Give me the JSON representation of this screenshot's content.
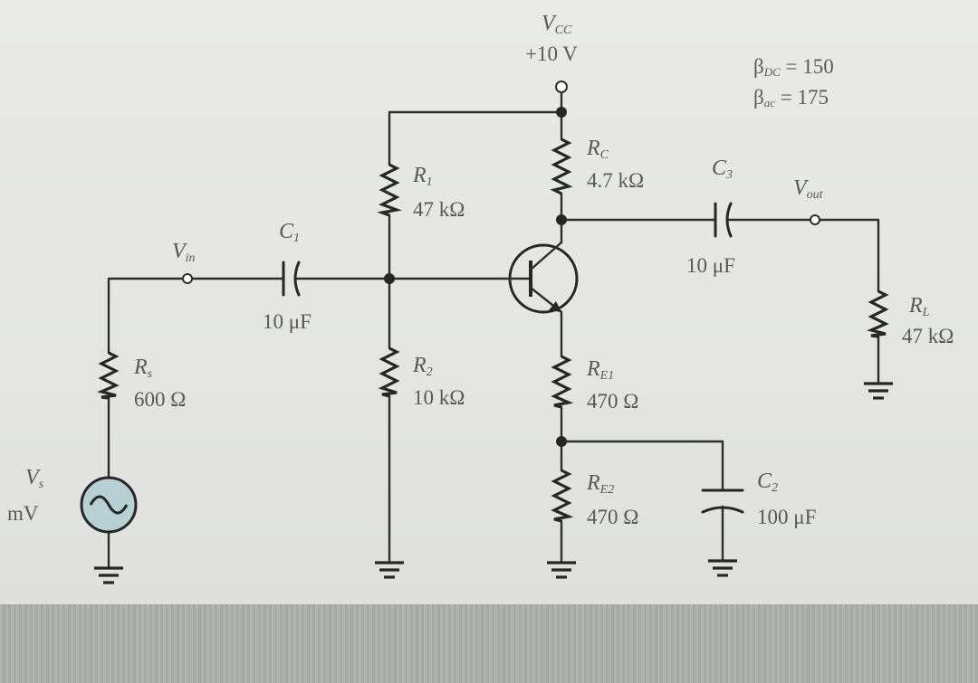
{
  "supply": {
    "symbol": "V",
    "sub": "CC",
    "value": "+10 V"
  },
  "betas": {
    "dc": {
      "symbol": "β",
      "sub": "DC",
      "value": "= 150"
    },
    "ac": {
      "symbol": "β",
      "sub": "ac",
      "value": "= 175"
    }
  },
  "vin": {
    "symbol": "V",
    "sub": "in"
  },
  "vout": {
    "symbol": "V",
    "sub": "out"
  },
  "source": {
    "symbol": "V",
    "sub": "s",
    "unit": "mV"
  },
  "components": {
    "rs": {
      "symbol": "R",
      "sub": "s",
      "value": "600 Ω"
    },
    "c1": {
      "symbol": "C",
      "sub": "1",
      "value": "10 μF"
    },
    "r1": {
      "symbol": "R",
      "sub": "1",
      "value": "47 kΩ"
    },
    "r2": {
      "symbol": "R",
      "sub": "2",
      "value": "10 kΩ"
    },
    "rc": {
      "symbol": "R",
      "sub": "C",
      "value": "4.7 kΩ"
    },
    "re1": {
      "symbol": "R",
      "sub": "E1",
      "value": "470 Ω"
    },
    "re2": {
      "symbol": "R",
      "sub": "E2",
      "value": "470 Ω"
    },
    "c2": {
      "symbol": "C",
      "sub": "2",
      "value": "100 μF"
    },
    "c3": {
      "symbol": "C",
      "sub": "3",
      "value": "10 μF"
    },
    "rl": {
      "symbol": "R",
      "sub": "L",
      "value": "47 kΩ"
    }
  }
}
